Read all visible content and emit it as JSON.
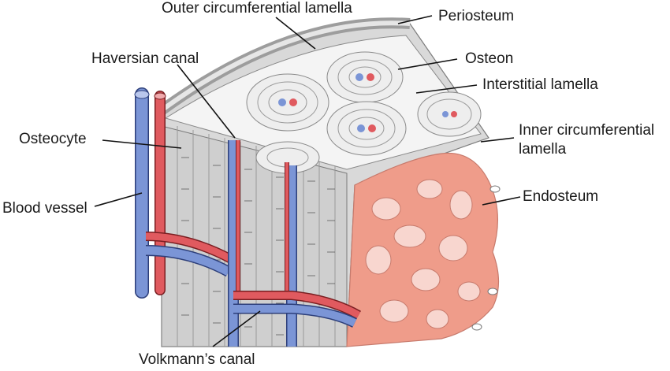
{
  "labels": {
    "outer_circumferential_lamella": "Outer circumferential lamella",
    "periosteum": "Periosteum",
    "haversian_canal": "Haversian canal",
    "osteon": "Osteon",
    "interstitial_lamella": "Interstitial lamella",
    "osteocyte": "Osteocyte",
    "inner_circumferential_lamella_line1": "Inner circumferential",
    "inner_circumferential_lamella_line2": "lamella",
    "blood_vessel": "Blood vessel",
    "endosteum": "Endosteum",
    "volkmanns_canal": "Volkmann’s canal"
  },
  "colors": {
    "artery": "#e05a5f",
    "vein": "#7b95d6",
    "spongy_bone": "#ef9c8a",
    "spongy_hole": "#f8d6cf",
    "compact_bone": "#d6d6d6"
  }
}
